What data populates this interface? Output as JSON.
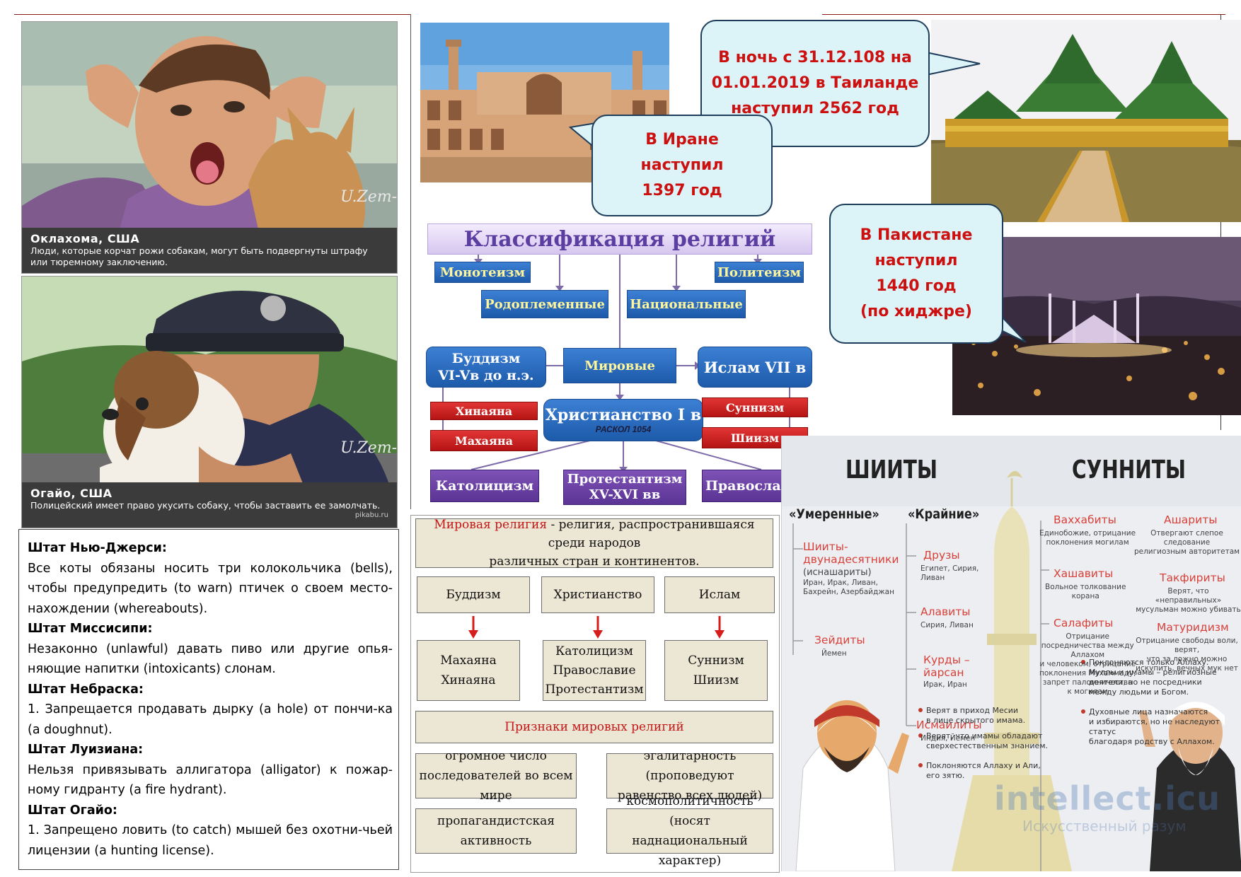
{
  "left_column": {
    "panel_oklahoma": {
      "caption_title": "Оклахома, США",
      "caption_text_line1": "Люди, которые корчат рожи собакам, могут быть подвергнуты штрафу",
      "caption_text_line2": "или тюремному заключению.",
      "signature": "U.Zem-"
    },
    "panel_ohio": {
      "caption_title": "Огайо, США",
      "caption_text": "Полицейский имеет право укусить собаку, чтобы заставить ее замолчать.",
      "signature": "U.Zem-",
      "source": "pikabu.ru"
    },
    "laws": [
      {
        "state": "Штат Нью-Джерси:",
        "text": "Все коты обязаны носить три колокольчика (bells), чтобы предупредить (to warn) птичек о своем место-нахождении (whereabouts)."
      },
      {
        "state": "Штат Миссисипи:",
        "text": "Незаконно (unlawful) давать пиво или другие опья-няющие напитки (intoxicants) слонам."
      },
      {
        "state": "Штат Небраска:",
        "text": "1.   Запрещается продавать дырку (a hole) от пончи-ка (a doughnut)."
      },
      {
        "state": "Штат Луизиана:",
        "text": "Нельзя привязывать аллигатора (alligator) к пожар-ному гидранту (a fire hydrant)."
      },
      {
        "state": "Штат Огайо:",
        "text": "1.   Запрещено ловить (to catch) мышей без охотни-чьей лицензии (a hunting license)."
      }
    ]
  },
  "bubbles": {
    "thailand": [
      "В ночь с 31.12.108 на",
      "01.01.2019 в Таиланде",
      "наступил 2562 год"
    ],
    "iran": [
      "В Иране",
      "наступил",
      "1397 год"
    ],
    "pakistan": [
      "В Пакистане",
      "наступил",
      "1440 год",
      "(по хиджре)"
    ]
  },
  "scheme": {
    "title": "Классификация религий",
    "monotheism": "Монотеизм",
    "polytheism": "Политеизм",
    "tribal": "Родоплеменные",
    "national": "Национальные",
    "world": "Мировые",
    "buddhism_line1": "Буддизм",
    "buddhism_line2": "VI-Vв до н.э.",
    "islam": "Ислам VII в",
    "hinayana": "Хинаяна",
    "mahayana": "Махаяна",
    "christianity": "Христианство I в",
    "schism": "РАСКОЛ 1054",
    "sunnism": "Суннизм",
    "shiism": "Шиизм",
    "catholicism": "Католицизм",
    "protestantism_line1": "Протестантизм",
    "protestantism_line2": "XV-XVI вв",
    "orthodoxy": "Православие"
  },
  "table": {
    "definition_term": "Мировая религия",
    "definition_rest1": " - религия, распространившаяся среди народов",
    "definition_rest2": "различных стран и континентов.",
    "col1_head": "Буддизм",
    "col2_head": "Христианство",
    "col3_head": "Ислам",
    "col1_items": [
      "Махаяна",
      "Хинаяна"
    ],
    "col2_items": [
      "Католицизм",
      "Православие",
      "Протестантизм"
    ],
    "col3_items": [
      "Суннизм",
      "Шиизм"
    ],
    "signs_title": "Признаки мировых религий",
    "sign1": [
      "огромное число",
      "последователей во всем мире"
    ],
    "sign2": [
      "эгалитарность (проповедуют",
      "равенство всех людей)"
    ],
    "sign3": [
      "пропагандистская",
      "активность"
    ],
    "sign4": [
      "космополитичность (носят",
      "наднациональный характер)"
    ]
  },
  "infographic": {
    "shia_title": "ШИИТЫ",
    "sunni_title": "СУННИТЫ",
    "moderate": "«Умеренные»",
    "extreme": "«Крайние»",
    "twelvers": [
      "Шииты-",
      "двунадесятники"
    ],
    "twelvers_note": [
      "(иснашариты)",
      "Иран, Ирак, Ливан,",
      "Бахрейн, Азербайджан"
    ],
    "zaydis": "Зейдиты",
    "zaydis_note": "Йемен",
    "druze": "Друзы",
    "druze_note": [
      "Египет, Сирия,",
      "Ливан"
    ],
    "alawites": "Алавиты",
    "alawites_note": "Сирия, Ливан",
    "kurds": [
      "Курды –",
      "йарсан"
    ],
    "kurds_note": "Ирак, Иран",
    "ismailis": "Исмаилиты",
    "ismailis_note": "Индия, Йемен",
    "wahhabis": "Ваххабиты",
    "wahhabis_note": [
      "Единобожие, отрицание",
      "поклонения могилам"
    ],
    "hashawis": "Хашавиты",
    "hashawis_note": [
      "Вольное толкование",
      "корана"
    ],
    "salafis": "Салафиты",
    "salafis_note": [
      "Отрицание",
      "посредничества между",
      "Аллахом",
      "и человеком, отрицание",
      "поклонения Мухаммаду,",
      "запрет паломничества",
      "к могилам"
    ],
    "asharis": "Ашариты",
    "asharis_note": [
      "Отвергают слепое следование",
      "религиозным авторитетам"
    ],
    "takfiris": "Такфириты",
    "takfiris_note": [
      "Верят, что «неправильных»",
      "мусульман можно убивать"
    ],
    "maturidis": "Матуридизм",
    "maturidis_note": [
      "Отрицание свободы воли, верят,",
      "что за ложно можно",
      "искупить, вечных мук нет"
    ],
    "shia_bullets": [
      [
        "Верят в приход Месии",
        "в лице скрытого имама."
      ],
      [
        "Верят, что имамы обладают",
        "сверхестественным знанием."
      ],
      [
        "Поклоняются Аллаху и Али,",
        "его зятю."
      ]
    ],
    "sunni_bullets": [
      [
        "Поклоняются только Аллаху.",
        "Муллы и имамы – религиозные",
        "деятели, но не посредники",
        "между людьми и Богом."
      ],
      [
        "Духовные лица назначаются",
        "и избираются, но не наследуют статус",
        "благодаря родству с Аллахом."
      ]
    ],
    "watermark": "intellect.icu",
    "watermark_sub": "Искусственный разум"
  }
}
